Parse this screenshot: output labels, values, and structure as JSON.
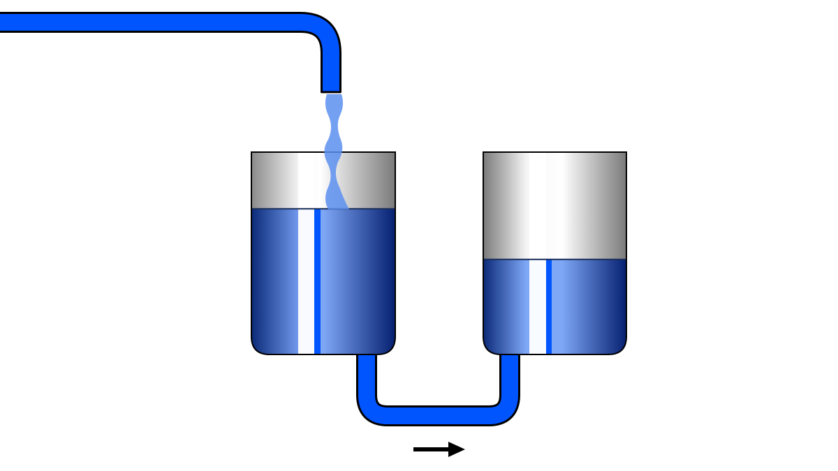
{
  "diagram": {
    "tanks": [
      {
        "id": "left-tank",
        "water_level": 0.72
      },
      {
        "id": "right-tank",
        "water_level": 0.47
      }
    ],
    "flow_direction": "right"
  },
  "colors": {
    "pipe_blue": "#0055FF",
    "stream_blue": "#6A9BF5",
    "outline": "#000000",
    "water_dark": "#0A2A78",
    "water_light": "#7EA7F6",
    "glass_light": "#F2F2F2",
    "glass_dark": "#7A7A7A",
    "arrow": "#000000"
  }
}
